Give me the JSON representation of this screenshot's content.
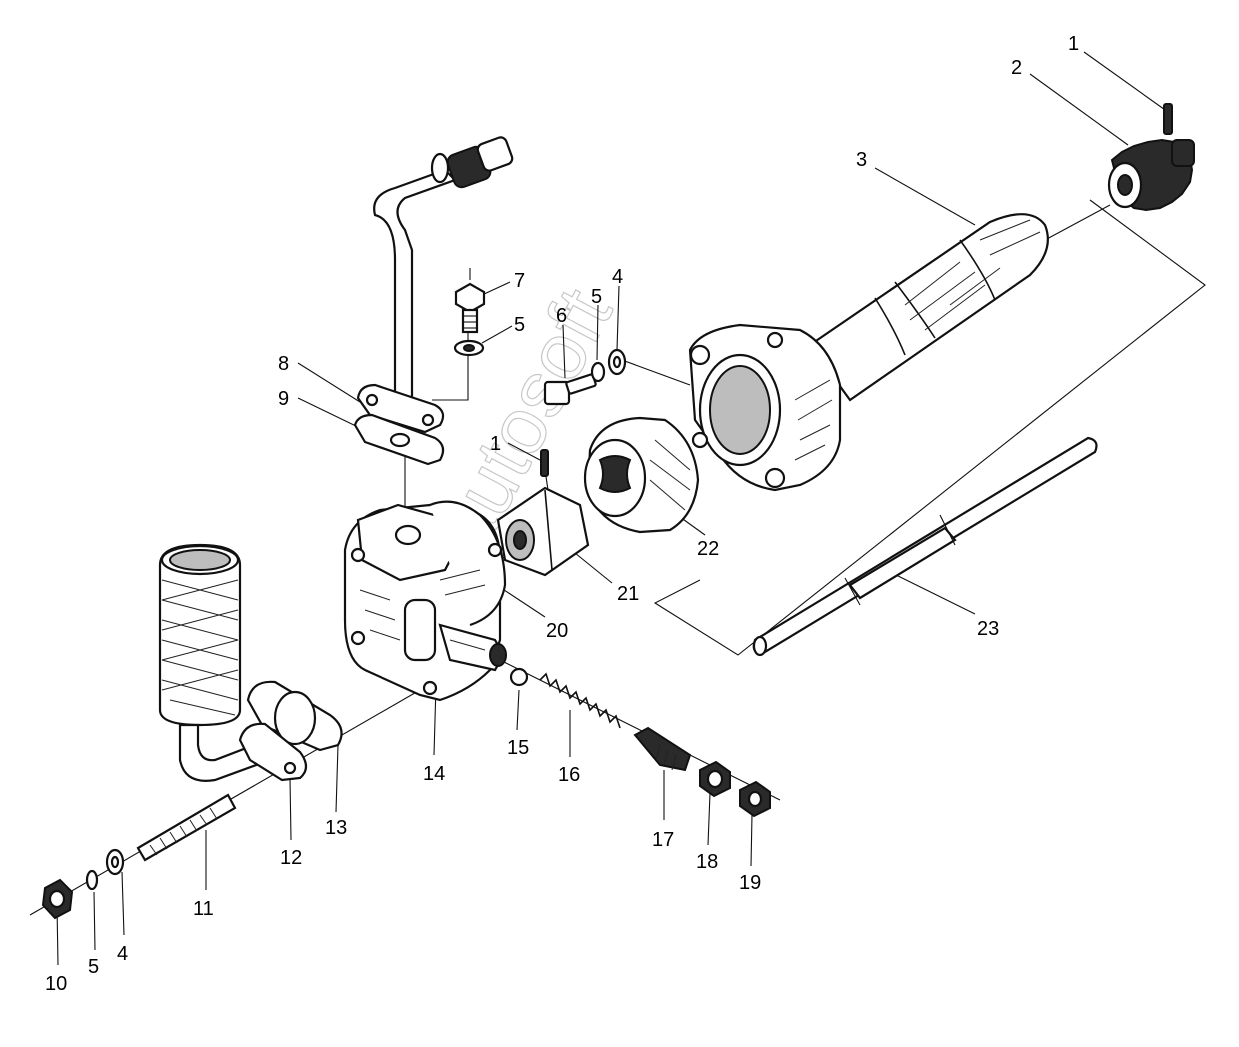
{
  "figure": {
    "watermark": "autosoft",
    "callouts": [
      {
        "id": "c-1-top",
        "text": "1"
      },
      {
        "id": "c-2",
        "text": "2"
      },
      {
        "id": "c-3",
        "text": "3"
      },
      {
        "id": "c-7",
        "text": "7"
      },
      {
        "id": "c-5-bolt",
        "text": "5"
      },
      {
        "id": "c-4-top",
        "text": "4"
      },
      {
        "id": "c-5-mid",
        "text": "5"
      },
      {
        "id": "c-6",
        "text": "6"
      },
      {
        "id": "c-8",
        "text": "8"
      },
      {
        "id": "c-9",
        "text": "9"
      },
      {
        "id": "c-1-mid",
        "text": "1"
      },
      {
        "id": "c-22",
        "text": "22"
      },
      {
        "id": "c-21",
        "text": "21"
      },
      {
        "id": "c-20",
        "text": "20"
      },
      {
        "id": "c-23",
        "text": "23"
      },
      {
        "id": "c-14",
        "text": "14"
      },
      {
        "id": "c-15",
        "text": "15"
      },
      {
        "id": "c-16",
        "text": "16"
      },
      {
        "id": "c-17",
        "text": "17"
      },
      {
        "id": "c-18",
        "text": "18"
      },
      {
        "id": "c-19",
        "text": "19"
      },
      {
        "id": "c-13",
        "text": "13"
      },
      {
        "id": "c-12",
        "text": "12"
      },
      {
        "id": "c-11",
        "text": "11"
      },
      {
        "id": "c-4-bot",
        "text": "4"
      },
      {
        "id": "c-5-bot",
        "text": "5"
      },
      {
        "id": "c-10",
        "text": "10"
      }
    ]
  }
}
